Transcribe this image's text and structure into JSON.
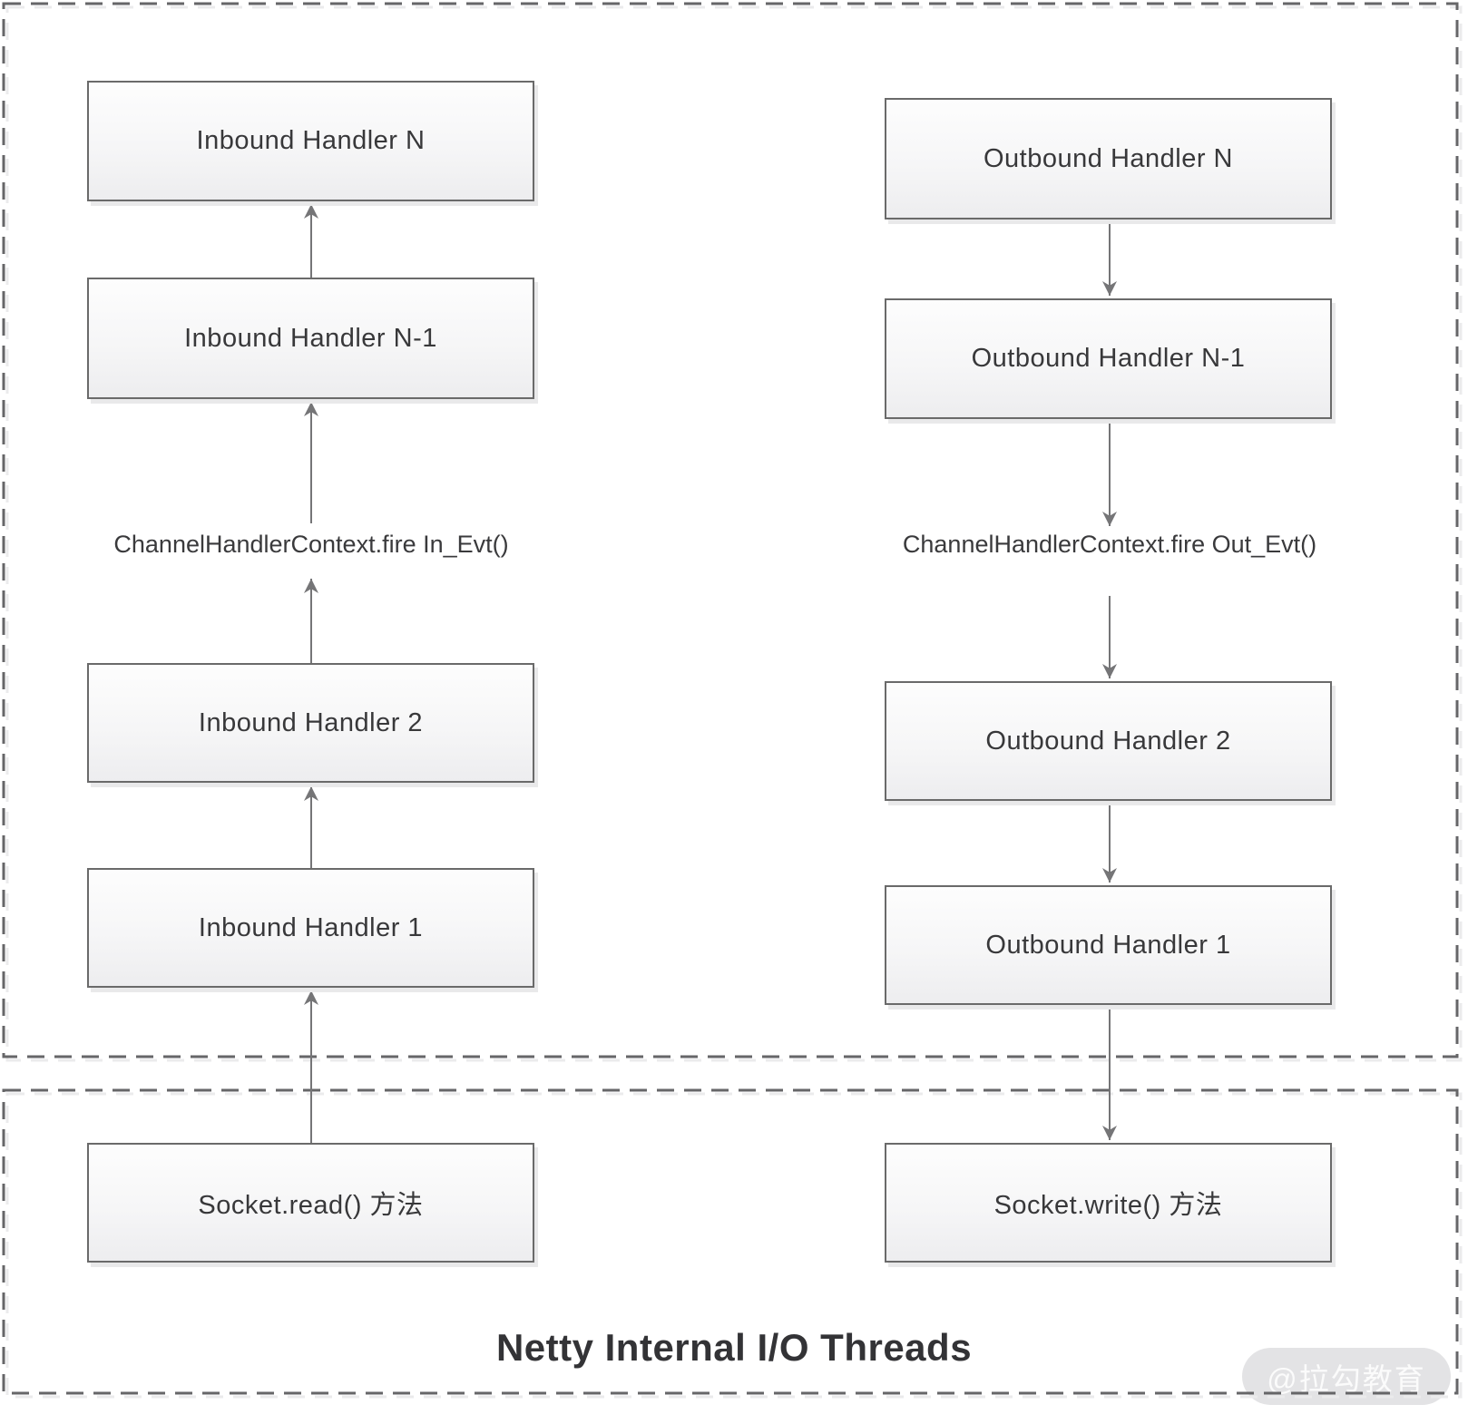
{
  "diagram_title": "Netty Internal I/O Threads",
  "watermark": "@拉勾教育",
  "inbound": {
    "handler_n": "Inbound Handler N",
    "handler_n1": "Inbound Handler N-1",
    "fire_label": "ChannelHandlerContext.fire In_Evt()",
    "handler_2": "Inbound Handler 2",
    "handler_1": "Inbound Handler 1",
    "socket": "Socket.read() 方法"
  },
  "outbound": {
    "handler_n": "Outbound Handler N",
    "handler_n1": "Outbound Handler N-1",
    "fire_label": "ChannelHandlerContext.fire Out_Evt()",
    "handler_2": "Outbound Handler 2",
    "handler_1": "Outbound Handler 1",
    "socket": "Socket.write() 方法"
  },
  "colors": {
    "box_border": "#6a6a6a",
    "box_fill_top": "#fdfdfd",
    "box_fill_bottom": "#ededef",
    "box_shadow": "#e9e9ea",
    "arrow": "#757577",
    "dashed_border": "#666668",
    "dashed_border_shadow": "#ebebec",
    "text": "#38383a",
    "title_text": "#333336",
    "watermark_bg": "#e3e3e5",
    "watermark_text": "#fbfbfb"
  }
}
